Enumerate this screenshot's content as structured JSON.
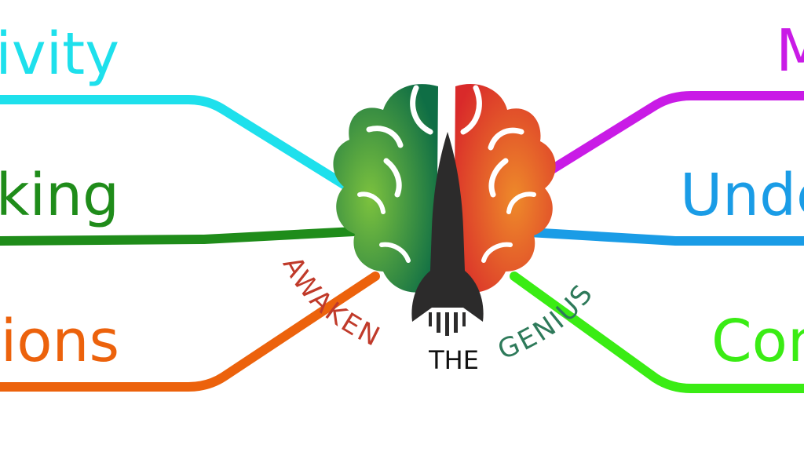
{
  "logo": {
    "word_left": "AWAKEN",
    "word_center": "THE",
    "word_right": "GENIUS"
  },
  "branches": {
    "left": [
      {
        "label": "ivity",
        "color": "#1ee0ec"
      },
      {
        "label": "king",
        "color": "#1f8c1a"
      },
      {
        "label": "ions",
        "color": "#ec620c"
      }
    ],
    "right": [
      {
        "label": "M",
        "color": "#c91be6"
      },
      {
        "label": "Unde",
        "color": "#1a9ce6"
      },
      {
        "label": "Con",
        "color": "#3aec14"
      }
    ]
  },
  "colors": {
    "brain_left_dark": "#0f6e45",
    "brain_left_light": "#7cc23e",
    "brain_right_dark": "#d92a2a",
    "brain_right_light": "#ee8a2a",
    "rocket": "#2c2b2b",
    "word_awaken": "#c03a2a",
    "word_genius": "#2e7a5a"
  }
}
